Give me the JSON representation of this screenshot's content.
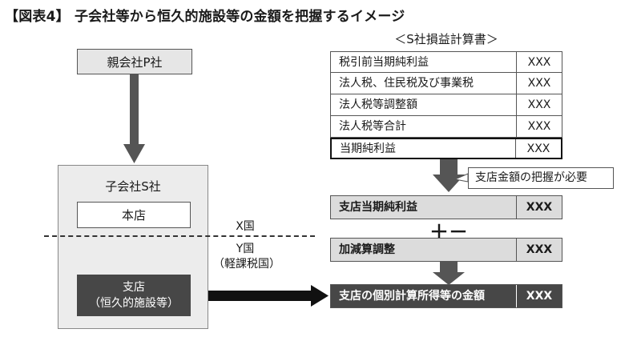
{
  "title": "【図表4】 子会社等から恒久的施設等の金額を把握するイメージ",
  "parent": {
    "label": "親会社P社"
  },
  "subsidiary": {
    "title": "子会社S社",
    "head_office": "本店",
    "branch_line1": "支店",
    "branch_line2": "（恒久的施設等）"
  },
  "countries": {
    "x": "X国",
    "y": "Y国",
    "y_note": "（軽課税国）"
  },
  "statement": {
    "title": "＜S社損益計算書＞",
    "rows": [
      {
        "label": "税引前当期純利益",
        "value": "XXX"
      },
      {
        "label": "法人税、住民税及び事業税",
        "value": "XXX"
      },
      {
        "label": "法人税等調整額",
        "value": "XXX"
      },
      {
        "label": "法人税等合計",
        "value": "XXX"
      },
      {
        "label": "当期純利益",
        "value": "XXX"
      }
    ]
  },
  "callout": "支店金額の把握が必要",
  "branch_net_income": {
    "label": "支店当期純利益",
    "value": "XXX"
  },
  "operator": "＋－",
  "adjustment": {
    "label": "加減算調整",
    "value": "XXX"
  },
  "branch_income_amount": {
    "label": "支店の個別計算所得等の金額",
    "value": "XXX"
  }
}
